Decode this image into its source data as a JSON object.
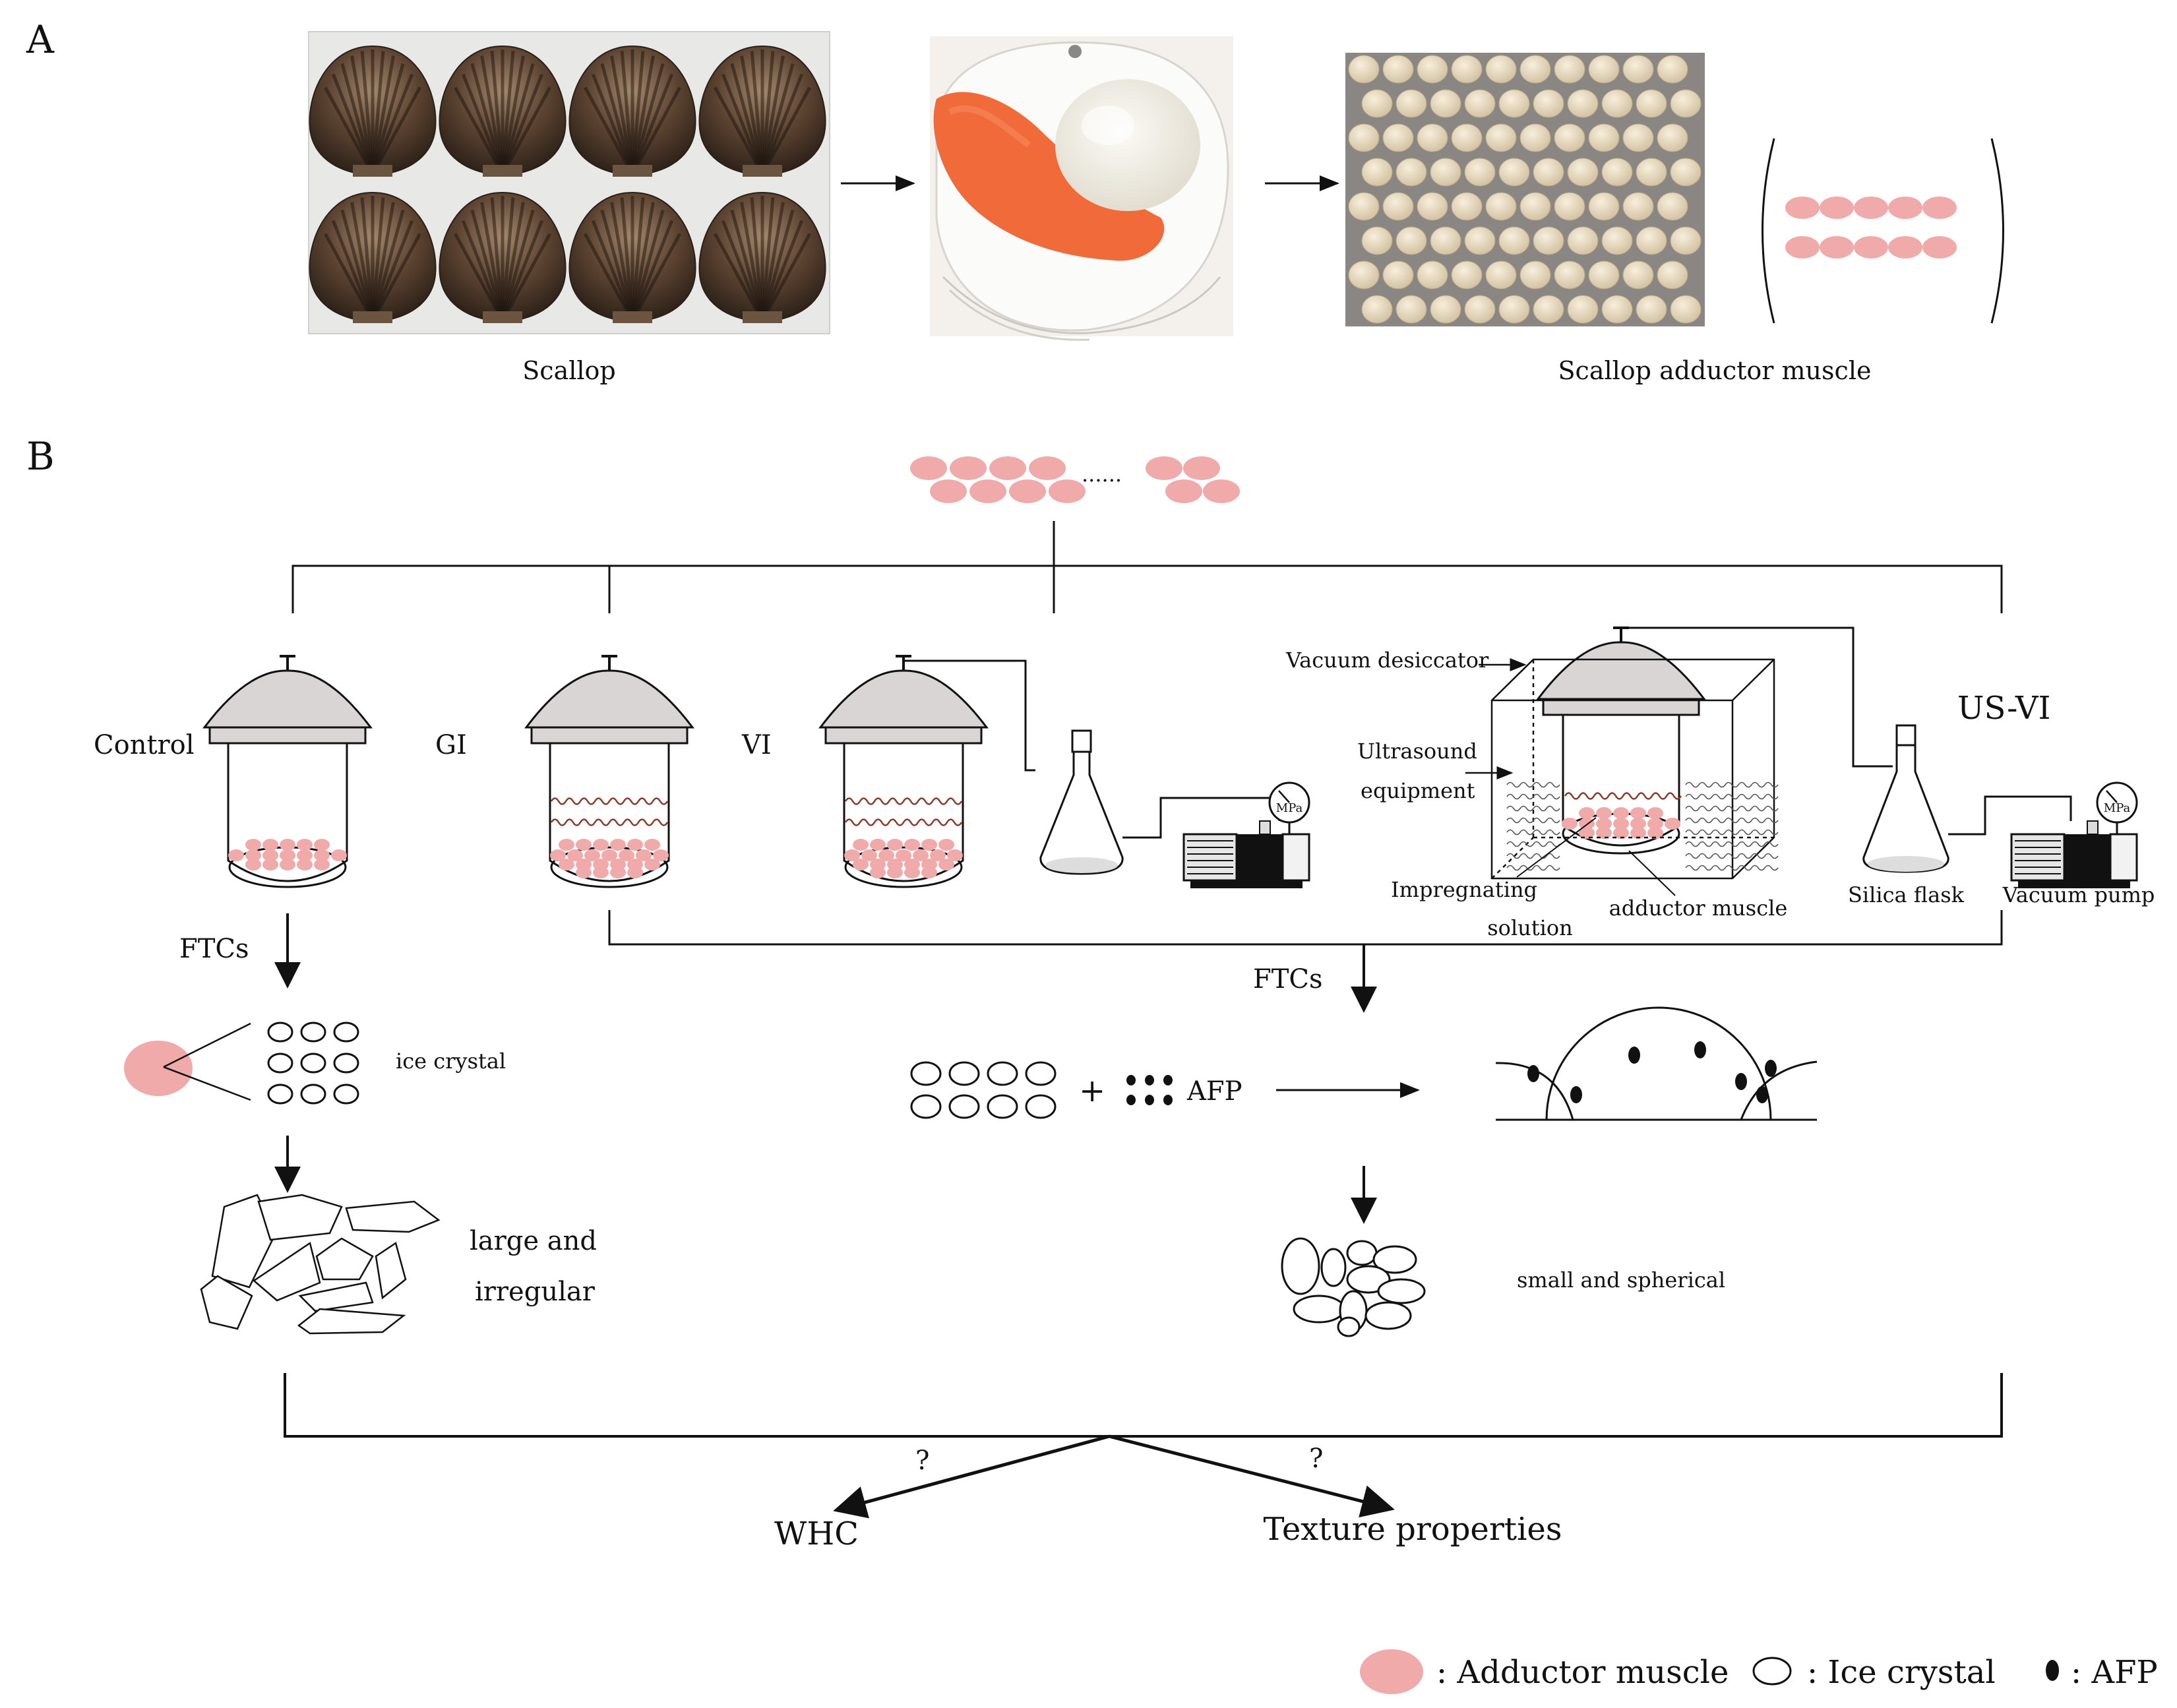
{
  "panel_a": {
    "label": "A",
    "caption_scallop": "Scallop",
    "caption_muscle": "Scallop adductor muscle"
  },
  "panel_b": {
    "label": "B",
    "ellipsis": "......",
    "groups": {
      "control": "Control",
      "gi": "GI",
      "vi": "VI",
      "us_vi": "US-VI"
    },
    "vacuum_desiccator": "Vacuum desiccator",
    "ultrasound_line1": "Ultrasound",
    "ultrasound_line2": "equipment",
    "impregnating_line1": "Impregnating",
    "impregnating_line2": "solution",
    "adductor_muscle": "adductor muscle",
    "silica_flask": "Silica flask",
    "vacuum_pump": "Vacuum pump",
    "gauge_unit": "MPa",
    "ftcs_left": "FTCs",
    "ftcs_right": "FTCs",
    "ice_crystal": "ice crystal",
    "plus": "+",
    "afp": "AFP",
    "large_line1": "large and",
    "large_line2": "irregular",
    "small_spherical": "small and spherical",
    "question_left": "?",
    "question_right": "?",
    "whc": "WHC",
    "texture": "Texture properties"
  },
  "legend": {
    "adductor": ": Adductor muscle",
    "ice": ": Ice crystal",
    "afp": ": AFP"
  },
  "colors": {
    "muscle_pink": "#f0aaaa",
    "lid_gray": "#d9d5d5",
    "wave_brown": "#8a3a2a",
    "tray_beige": "#efe0c6",
    "scallop_orange": "#f06a3a"
  }
}
